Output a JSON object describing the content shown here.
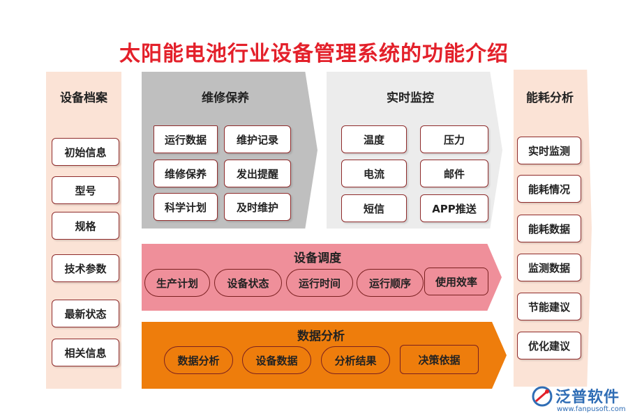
{
  "title": "太阳能电池行业设备管理系统的功能介绍",
  "left_column": {
    "header": "设备档案",
    "items": [
      "初始信息",
      "型号",
      "规格",
      "技术参数",
      "最新状态",
      "相关信息"
    ]
  },
  "repair_panel": {
    "header": "维修保养",
    "items": [
      "运行数据",
      "维护记录",
      "维修保养",
      "发出提醒",
      "科学计划",
      "及时维护"
    ]
  },
  "monitor_panel": {
    "header": "实时监控",
    "items": [
      "温度",
      "压力",
      "电流",
      "邮件",
      "短信",
      "APP推送"
    ]
  },
  "dispatch_panel": {
    "header": "设备调度",
    "items": [
      "生产计划",
      "设备状态",
      "运行时间",
      "运行顺序",
      "使用效率"
    ]
  },
  "analysis_panel": {
    "header": "数据分析",
    "items": [
      "数据分析",
      "设备数据",
      "分析结果",
      "决策依据"
    ]
  },
  "right_column": {
    "header": "能耗分析",
    "items": [
      "实时监测",
      "能耗情况",
      "能耗数据",
      "监测数据",
      "节能建议",
      "优化建议"
    ]
  },
  "brand": {
    "name": "泛普软件",
    "url": "www.fanpusoft.com"
  },
  "colors": {
    "title": "#e3202a",
    "column_bg": "#fbe3d6",
    "repair_bg": "#bfbfbf",
    "monitor_bg": "#ececec",
    "dispatch_bg": "#ef8f9a",
    "analysis_bg": "#ee7d0c",
    "brand": "#2f6db5"
  }
}
